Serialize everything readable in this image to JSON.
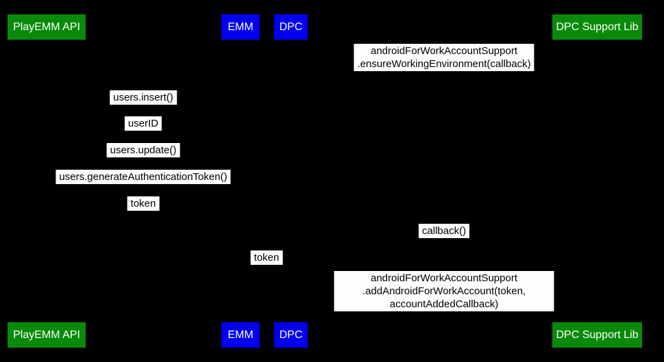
{
  "colors": {
    "background": "#000000",
    "actor_green": "#0a8a0a",
    "actor_blue": "#0000ee",
    "actor_text": "#ffffff",
    "label_bg": "#fdfdfd",
    "label_text": "#000000"
  },
  "actors": [
    {
      "label": "PlayEMM API",
      "color": "#0a8a0a"
    },
    {
      "label": "EMM",
      "color": "#0000ee"
    },
    {
      "label": "DPC",
      "color": "#0000ee"
    },
    {
      "label": "DPC Support Lib",
      "color": "#0a8a0a"
    }
  ],
  "messages": [
    {
      "text": "androidForWorkAccountSupport\n.ensureWorkingEnvironment(callback)"
    },
    {
      "text": "users.insert()"
    },
    {
      "text": "userID"
    },
    {
      "text": "users.update()"
    },
    {
      "text": "users.generateAuthenticationToken()"
    },
    {
      "text": "token"
    },
    {
      "text": "callback()"
    },
    {
      "text": "token"
    },
    {
      "text": "androidForWorkAccountSupport\n.addAndroidForWorkAccount(token, accountAddedCallback)"
    }
  ]
}
